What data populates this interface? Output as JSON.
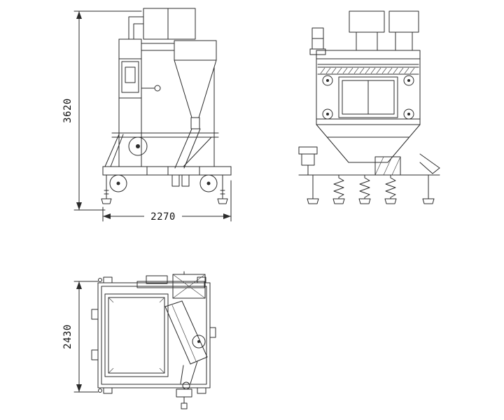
{
  "drawing": {
    "background": "#ffffff",
    "line_color": "#2b2b2b",
    "dimensions": {
      "height": "3620",
      "length": "2270",
      "width": "2430"
    }
  }
}
